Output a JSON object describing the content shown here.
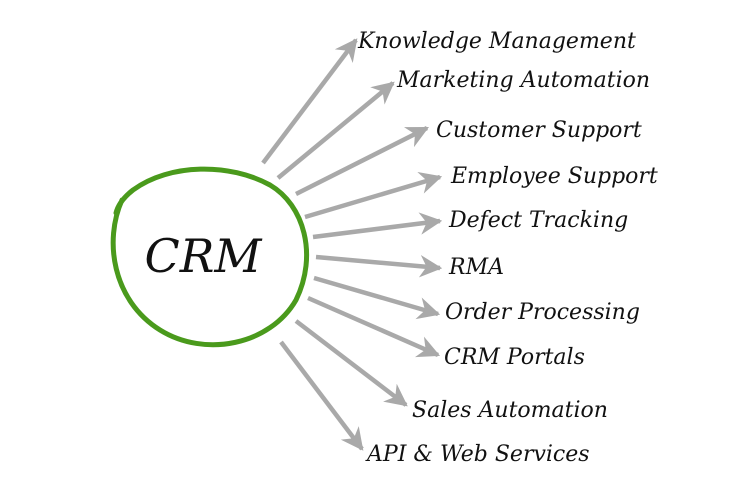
{
  "center": {
    "label": "CRM",
    "ring_color": "#4a9a1c"
  },
  "arrow_color": "#a9a9a9",
  "branches": [
    {
      "label": "Knowledge Management"
    },
    {
      "label": "Marketing Automation"
    },
    {
      "label": "Customer Support"
    },
    {
      "label": "Employee Support"
    },
    {
      "label": "Defect Tracking"
    },
    {
      "label": "RMA"
    },
    {
      "label": "Order Processing"
    },
    {
      "label": "CRM Portals"
    },
    {
      "label": "Sales Automation"
    },
    {
      "label": "API & Web Services"
    }
  ]
}
